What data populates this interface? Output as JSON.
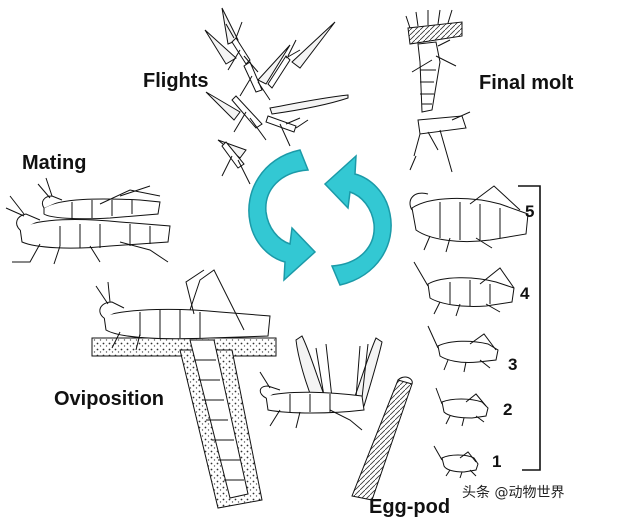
{
  "diagram": {
    "stages": {
      "flights": "Flights",
      "final_molt": "Final molt",
      "mating": "Mating",
      "oviposition": "Oviposition",
      "egg_pod": "Egg-pod"
    },
    "instars": [
      "5",
      "4",
      "3",
      "2",
      "1"
    ],
    "watermark": "头条 @动物世界",
    "colors": {
      "cycle_arrow": "#33c8d3",
      "cycle_arrow_dark": "#1b9aa8",
      "ink": "#111111"
    },
    "icons": [
      "cycle-arrow-icon",
      "locust-swarm-icon",
      "molting-locust-icon",
      "mating-locusts-icon",
      "ovipositing-locust-icon",
      "adult-locust-icon",
      "egg-pod-icon",
      "nymph-icon"
    ]
  }
}
